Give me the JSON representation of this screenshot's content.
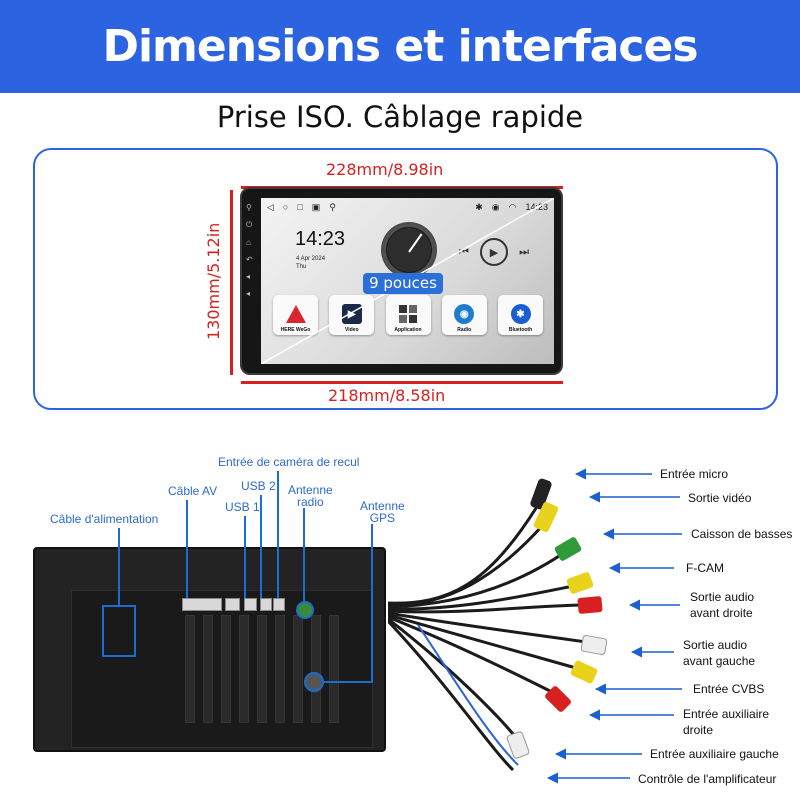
{
  "header": {
    "title": "Dimensions et interfaces"
  },
  "subtitle": "Prise ISO. Câblage rapide",
  "dimensions": {
    "width_top": "228mm/8.98in",
    "width_bottom": "218mm/8.58in",
    "height_left": "130mm/5.12in"
  },
  "screen": {
    "time": "14:23",
    "status_time": "14:23",
    "date_line1": "4 Apr 2024",
    "date_line2": "Thu",
    "size_badge": "9 pouces",
    "apps": [
      {
        "label": "HERE WeGo",
        "icon": "map-triangle-icon",
        "color": "#d8272e"
      },
      {
        "label": "Video",
        "icon": "video-icon",
        "color": "#1b2a4a"
      },
      {
        "label": "Application",
        "icon": "app-grid-icon",
        "color": "#333333"
      },
      {
        "label": "Radio",
        "icon": "radio-icon",
        "color": "#1c7ecf"
      },
      {
        "label": "Bluetooth",
        "icon": "bluetooth-icon",
        "color": "#1a5fd0"
      }
    ]
  },
  "back_labels": {
    "power": "Câble d'alimentation",
    "av": "Câble AV",
    "usb1": "USB 1",
    "usb2": "USB 2",
    "camera": "Entrée de caméra de recul",
    "radio_line1": "Antenne",
    "radio_line2": "radio",
    "gps_line1": "Antenne",
    "gps_line2": "GPS"
  },
  "harness_labels": [
    {
      "text": "Entrée micro"
    },
    {
      "text": "Sortie vidéo"
    },
    {
      "text": "Caisson de basses"
    },
    {
      "text": "F-CAM"
    },
    {
      "text": "Sortie audio",
      "text2": "avant droite"
    },
    {
      "text": "Sortie audio",
      "text2": "avant gauche"
    },
    {
      "text": "Entrée CVBS"
    },
    {
      "text": "Entrée auxiliaire",
      "text2": "droite"
    },
    {
      "text": "Entrée auxiliaire gauche"
    },
    {
      "text": "Contrôle de l'amplificateur"
    }
  ],
  "colors": {
    "accent_blue": "#2b63e0",
    "dimension_red": "#d82020",
    "label_blue": "#2e6ad0"
  }
}
